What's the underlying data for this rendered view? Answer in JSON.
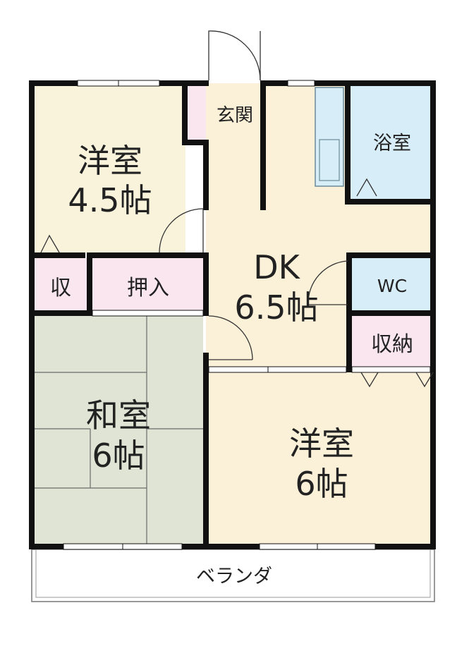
{
  "rooms": {
    "western_nw": {
      "name": "洋室",
      "size": "4.5帖"
    },
    "storage_small": {
      "name": "収"
    },
    "closet": {
      "name": "押入"
    },
    "japanese": {
      "name": "和室",
      "size": "6帖"
    },
    "entrance": {
      "name": "玄関"
    },
    "bath": {
      "name": "浴室"
    },
    "dk": {
      "name": "DK",
      "size": "6.5帖"
    },
    "wc": {
      "name": "WC"
    },
    "storage": {
      "name": "収納"
    },
    "western_se": {
      "name": "洋室",
      "size": "6帖"
    },
    "veranda": {
      "name": "ベランダ"
    }
  },
  "colors": {
    "wall": "#111111",
    "western_floor": "#faf3dc",
    "dk_floor": "#fbf0d8",
    "japanese_floor": "#dfe4d4",
    "storage_floor": "#fae6ee",
    "wet_floor": "#d7edf7",
    "line": "#555555"
  }
}
